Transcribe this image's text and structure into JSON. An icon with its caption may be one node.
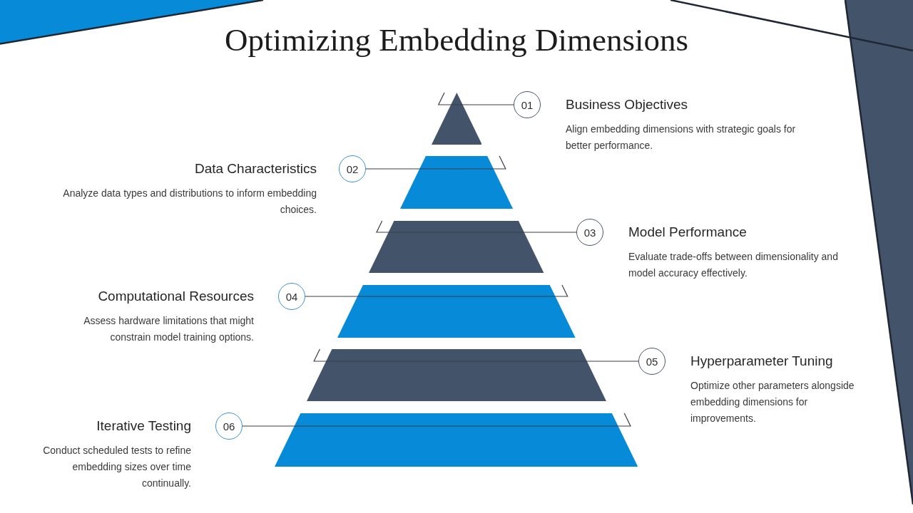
{
  "diagram": {
    "title": "Optimizing Embedding Dimensions",
    "nodes": [
      {
        "text": [],
        "shape": "triangle"
      },
      {
        "text": [],
        "shape": "trapezoid"
      },
      {
        "text": [],
        "shape": "trapezoid"
      },
      {
        "text": [],
        "shape": "trapezoid"
      },
      {
        "text": [],
        "shape": "trapezoid"
      },
      {
        "text": [],
        "shape": "trapezoid"
      },
      {
        "text": [
          "01"
        ],
        "beside": [
          "Business Objectives",
          "Align embedding dimensions with strategic goals for better performance."
        ]
      },
      {
        "text": [
          "02"
        ],
        "beside": [
          "Data Characteristics",
          "Analyze data types and distributions to inform embedding choices."
        ]
      },
      {
        "text": [
          "03"
        ],
        "beside": [
          "Model Performance",
          "Evaluate trade-offs between dimensionality and model accuracy effectively."
        ]
      },
      {
        "text": [
          "04"
        ],
        "beside": [
          "Computational Resources",
          "Assess hardware limitations that might constrain model training options."
        ]
      },
      {
        "text": [
          "05"
        ],
        "beside": [
          "Hyperparameter Tuning",
          "Optimize other parameters alongside embedding dimensions for improvements."
        ]
      },
      {
        "text": [
          "06"
        ],
        "beside": [
          "Iterative Testing",
          "Conduct scheduled tests to refine embedding sizes over time continually."
        ]
      }
    ],
    "edges": [
      {
        "from": 6,
        "to": 0,
        "arrow": "none"
      },
      {
        "from": 7,
        "to": 1,
        "arrow": "none"
      },
      {
        "from": 8,
        "to": 2,
        "arrow": "none"
      },
      {
        "from": 9,
        "to": 3,
        "arrow": "none"
      },
      {
        "from": 10,
        "to": 4,
        "arrow": "none"
      },
      {
        "from": 11,
        "to": 5,
        "arrow": "none"
      }
    ]
  }
}
